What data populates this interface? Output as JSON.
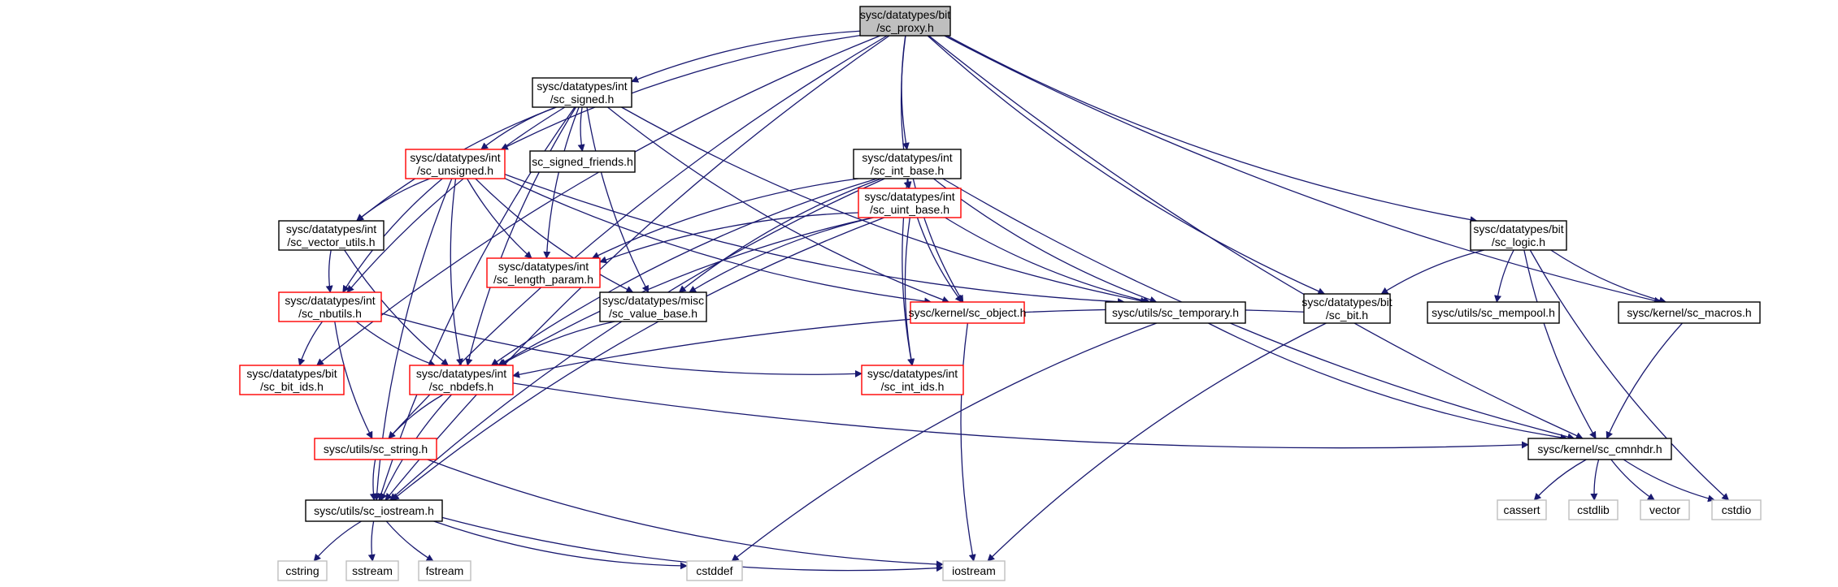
{
  "colors": {
    "edge": "#191970",
    "root_fill": "#bfbfbf",
    "root_border": "#000000",
    "normal_border": "#000000",
    "incomplete_border": "#ff0000",
    "system_border": "#bfbfbf",
    "node_fill": "#ffffff"
  },
  "nodes": [
    {
      "id": "sc_proxy",
      "kind": "root",
      "lines": [
        "sysc/datatypes/bit",
        "/sc_proxy.h"
      ]
    },
    {
      "id": "sc_signed",
      "kind": "normal",
      "lines": [
        "sysc/datatypes/int",
        "/sc_signed.h"
      ]
    },
    {
      "id": "sc_signed_friends",
      "kind": "normal",
      "lines": [
        "sc_signed_friends.h"
      ]
    },
    {
      "id": "sc_unsigned",
      "kind": "incomplete",
      "lines": [
        "sysc/datatypes/int",
        "/sc_unsigned.h"
      ]
    },
    {
      "id": "sc_int_base",
      "kind": "normal",
      "lines": [
        "sysc/datatypes/int",
        "/sc_int_base.h"
      ]
    },
    {
      "id": "sc_vector_utils",
      "kind": "normal",
      "lines": [
        "sysc/datatypes/int",
        "/sc_vector_utils.h"
      ]
    },
    {
      "id": "sc_uint_base",
      "kind": "incomplete",
      "lines": [
        "sysc/datatypes/int",
        "/sc_uint_base.h"
      ]
    },
    {
      "id": "sc_logic",
      "kind": "normal",
      "lines": [
        "sysc/datatypes/bit",
        "/sc_logic.h"
      ]
    },
    {
      "id": "sc_nbutils",
      "kind": "incomplete",
      "lines": [
        "sysc/datatypes/int",
        "/sc_nbutils.h"
      ]
    },
    {
      "id": "sc_length_param",
      "kind": "incomplete",
      "lines": [
        "sysc/datatypes/int",
        "/sc_length_param.h"
      ]
    },
    {
      "id": "sc_value_base",
      "kind": "normal",
      "lines": [
        "sysc/datatypes/misc",
        "/sc_value_base.h"
      ]
    },
    {
      "id": "sc_object",
      "kind": "incomplete",
      "lines": [
        "sysc/kernel/sc_object.h"
      ]
    },
    {
      "id": "sc_temporary",
      "kind": "normal",
      "lines": [
        "sysc/utils/sc_temporary.h"
      ]
    },
    {
      "id": "sc_bit",
      "kind": "normal",
      "lines": [
        "sysc/datatypes/bit",
        "/sc_bit.h"
      ]
    },
    {
      "id": "sc_mempool",
      "kind": "normal",
      "lines": [
        "sysc/utils/sc_mempool.h"
      ]
    },
    {
      "id": "sc_macros",
      "kind": "normal",
      "lines": [
        "sysc/kernel/sc_macros.h"
      ]
    },
    {
      "id": "sc_bit_ids",
      "kind": "incomplete",
      "lines": [
        "sysc/datatypes/bit",
        "/sc_bit_ids.h"
      ]
    },
    {
      "id": "sc_nbdefs",
      "kind": "incomplete",
      "lines": [
        "sysc/datatypes/int",
        "/sc_nbdefs.h"
      ]
    },
    {
      "id": "sc_int_ids",
      "kind": "incomplete",
      "lines": [
        "sysc/datatypes/int",
        "/sc_int_ids.h"
      ]
    },
    {
      "id": "sc_string",
      "kind": "incomplete",
      "lines": [
        "sysc/utils/sc_string.h"
      ]
    },
    {
      "id": "sc_cmnhdr",
      "kind": "normal",
      "lines": [
        "sysc/kernel/sc_cmnhdr.h"
      ]
    },
    {
      "id": "sc_iostream",
      "kind": "normal",
      "lines": [
        "sysc/utils/sc_iostream.h"
      ]
    },
    {
      "id": "cassert",
      "kind": "system",
      "lines": [
        "cassert"
      ]
    },
    {
      "id": "cstdlib",
      "kind": "system",
      "lines": [
        "cstdlib"
      ]
    },
    {
      "id": "vector",
      "kind": "system",
      "lines": [
        "vector"
      ]
    },
    {
      "id": "cstdio",
      "kind": "system",
      "lines": [
        "cstdio"
      ]
    },
    {
      "id": "cstring",
      "kind": "system",
      "lines": [
        "cstring"
      ]
    },
    {
      "id": "sstream",
      "kind": "system",
      "lines": [
        "sstream"
      ]
    },
    {
      "id": "fstream",
      "kind": "system",
      "lines": [
        "fstream"
      ]
    },
    {
      "id": "cstddef",
      "kind": "system",
      "lines": [
        "cstddef"
      ]
    },
    {
      "id": "iostream",
      "kind": "system",
      "lines": [
        "iostream"
      ]
    }
  ],
  "edges": [
    [
      "sc_proxy",
      "sc_signed"
    ],
    [
      "sc_proxy",
      "sc_unsigned"
    ],
    [
      "sc_proxy",
      "sc_int_base"
    ],
    [
      "sc_proxy",
      "sc_uint_base"
    ],
    [
      "sc_proxy",
      "sc_logic"
    ],
    [
      "sc_proxy",
      "sc_bit"
    ],
    [
      "sc_proxy",
      "sc_macros"
    ],
    [
      "sc_proxy",
      "sc_cmnhdr"
    ],
    [
      "sc_proxy",
      "sc_iostream"
    ],
    [
      "sc_proxy",
      "sc_string"
    ],
    [
      "sc_proxy",
      "sc_bit_ids"
    ],
    [
      "sc_signed",
      "sc_signed_friends"
    ],
    [
      "sc_signed",
      "sc_unsigned"
    ],
    [
      "sc_signed",
      "sc_vector_utils"
    ],
    [
      "sc_signed",
      "sc_nbutils"
    ],
    [
      "sc_signed",
      "sc_length_param"
    ],
    [
      "sc_signed",
      "sc_value_base"
    ],
    [
      "sc_signed",
      "sc_object"
    ],
    [
      "sc_signed",
      "sc_temporary"
    ],
    [
      "sc_signed",
      "sc_nbdefs"
    ],
    [
      "sc_signed",
      "sc_iostream"
    ],
    [
      "sc_unsigned",
      "sc_vector_utils"
    ],
    [
      "sc_unsigned",
      "sc_nbutils"
    ],
    [
      "sc_unsigned",
      "sc_length_param"
    ],
    [
      "sc_unsigned",
      "sc_value_base"
    ],
    [
      "sc_unsigned",
      "sc_object"
    ],
    [
      "sc_unsigned",
      "sc_temporary"
    ],
    [
      "sc_unsigned",
      "sc_nbdefs"
    ],
    [
      "sc_unsigned",
      "sc_iostream"
    ],
    [
      "sc_int_base",
      "sc_uint_base"
    ],
    [
      "sc_int_base",
      "sc_length_param"
    ],
    [
      "sc_int_base",
      "sc_value_base"
    ],
    [
      "sc_int_base",
      "sc_object"
    ],
    [
      "sc_int_base",
      "sc_temporary"
    ],
    [
      "sc_int_base",
      "sc_nbdefs"
    ],
    [
      "sc_int_base",
      "sc_int_ids"
    ],
    [
      "sc_int_base",
      "sc_cmnhdr"
    ],
    [
      "sc_int_base",
      "sc_iostream"
    ],
    [
      "sc_uint_base",
      "sc_length_param"
    ],
    [
      "sc_uint_base",
      "sc_value_base"
    ],
    [
      "sc_uint_base",
      "sc_object"
    ],
    [
      "sc_uint_base",
      "sc_temporary"
    ],
    [
      "sc_uint_base",
      "sc_nbdefs"
    ],
    [
      "sc_uint_base",
      "sc_int_ids"
    ],
    [
      "sc_uint_base",
      "sc_iostream"
    ],
    [
      "sc_vector_utils",
      "sc_nbutils"
    ],
    [
      "sc_vector_utils",
      "sc_nbdefs"
    ],
    [
      "sc_nbutils",
      "sc_bit_ids"
    ],
    [
      "sc_nbutils",
      "sc_nbdefs"
    ],
    [
      "sc_nbutils",
      "sc_int_ids"
    ],
    [
      "sc_nbutils",
      "sc_string"
    ],
    [
      "sc_value_base",
      "sc_nbdefs"
    ],
    [
      "sc_object",
      "iostream"
    ],
    [
      "sc_temporary",
      "sc_cmnhdr"
    ],
    [
      "sc_temporary",
      "cstddef"
    ],
    [
      "sc_logic",
      "sc_bit"
    ],
    [
      "sc_logic",
      "sc_mempool"
    ],
    [
      "sc_logic",
      "sc_macros"
    ],
    [
      "sc_logic",
      "sc_cmnhdr"
    ],
    [
      "sc_logic",
      "cstdio"
    ],
    [
      "sc_bit",
      "sc_nbdefs"
    ],
    [
      "sc_bit",
      "iostream"
    ],
    [
      "sc_macros",
      "sc_cmnhdr"
    ],
    [
      "sc_nbdefs",
      "sc_string"
    ],
    [
      "sc_nbdefs",
      "sc_iostream"
    ],
    [
      "sc_nbdefs",
      "sc_cmnhdr"
    ],
    [
      "sc_string",
      "sc_iostream"
    ],
    [
      "sc_string",
      "iostream"
    ],
    [
      "sc_cmnhdr",
      "cassert"
    ],
    [
      "sc_cmnhdr",
      "cstdlib"
    ],
    [
      "sc_cmnhdr",
      "vector"
    ],
    [
      "sc_cmnhdr",
      "cstdio"
    ],
    [
      "sc_iostream",
      "cstring"
    ],
    [
      "sc_iostream",
      "sstream"
    ],
    [
      "sc_iostream",
      "fstream"
    ],
    [
      "sc_iostream",
      "cstddef"
    ],
    [
      "sc_iostream",
      "iostream"
    ]
  ]
}
